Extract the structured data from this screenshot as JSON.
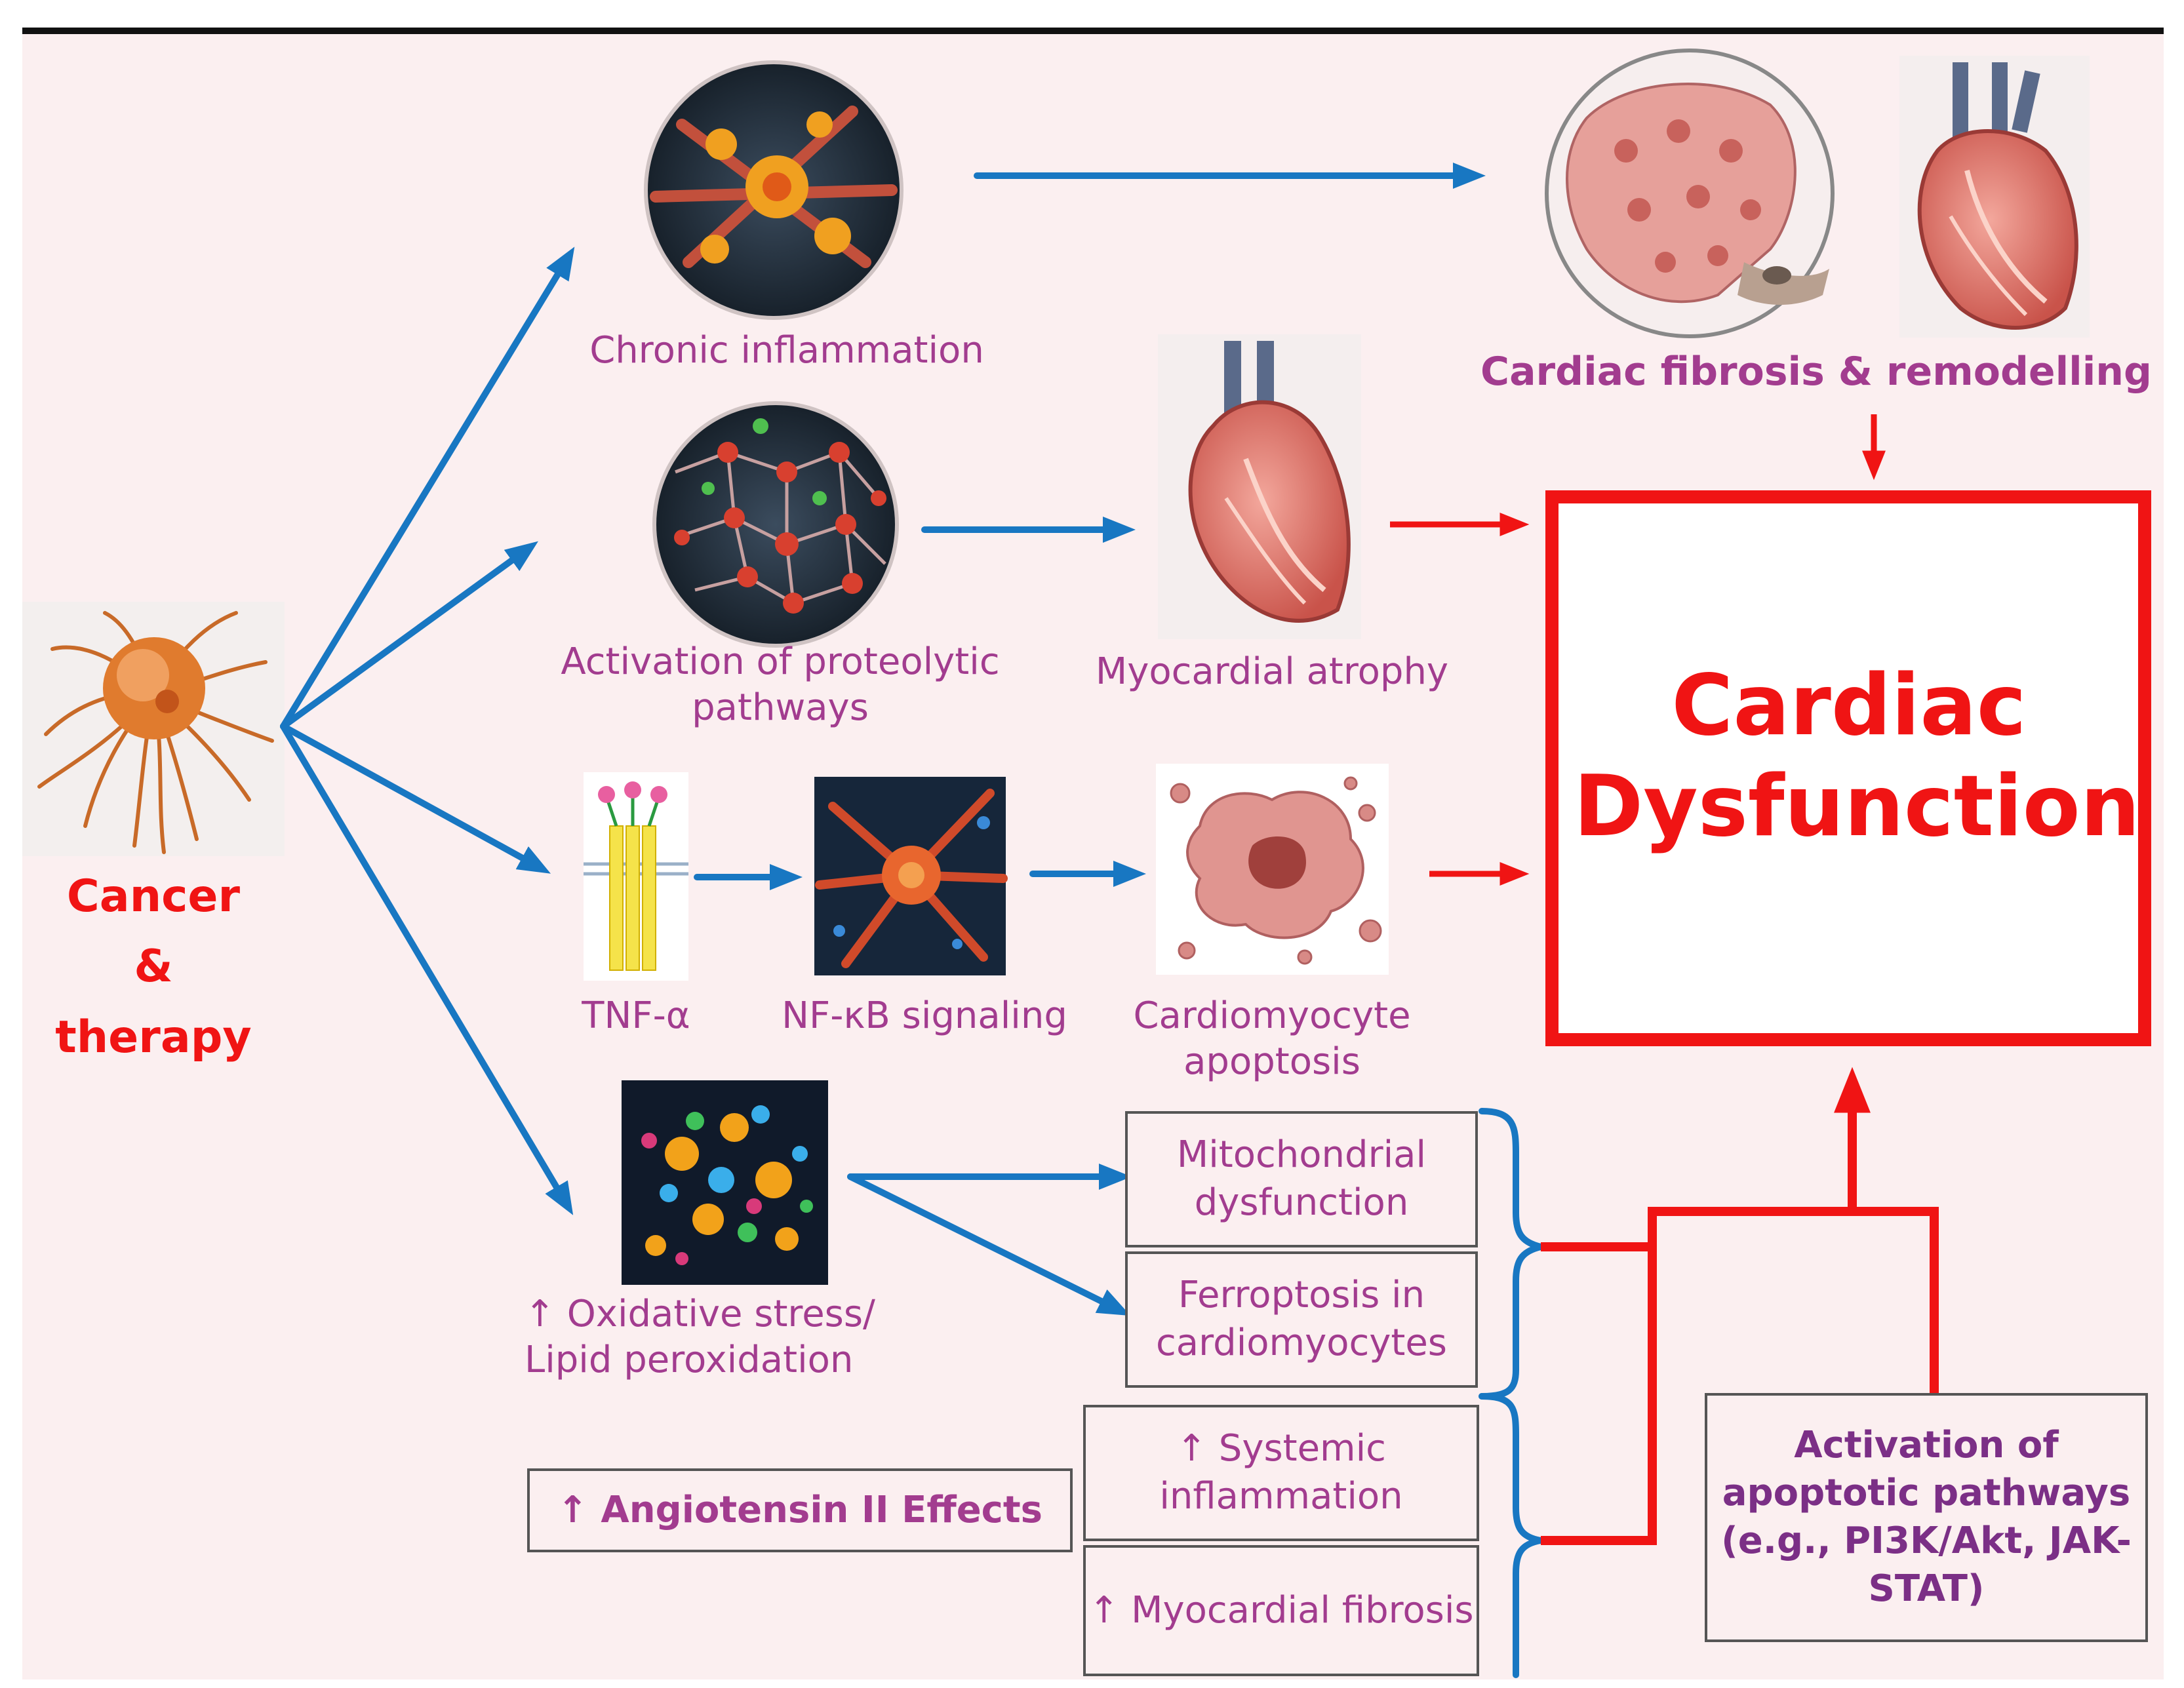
{
  "colors": {
    "background": "#fbeff0",
    "arrow_blue": "#1877c2",
    "arrow_red": "#f01414",
    "label_purple": "#a23c8f",
    "label_red": "#f01414",
    "box_text_dark_purple": "#7b2f86",
    "box_border": "#555555"
  },
  "labels": {
    "cancer": "Cancer",
    "ampersand": "&",
    "therapy": "therapy",
    "chronic_inflammation": "Chronic inflammation",
    "proteolytic": "Activation of proteolytic pathways",
    "tnf": "TNF-α",
    "nfkb": "NF-κB signaling",
    "oxidative": "↑ Oxidative stress/ Lipid peroxidation",
    "myocardial_atrophy": "Myocardial atrophy",
    "apoptosis": "Cardiomyocyte apoptosis",
    "fibrosis_remodelling": "Cardiac fibrosis & remodelling",
    "cardiac_dysfunction": "Cardiac Dysfunction"
  },
  "boxes": {
    "mitochondrial": "Mitochondrial dysfunction",
    "ferroptosis": "Ferroptosis in cardiomyocytes",
    "systemic": "↑ Systemic inflammation",
    "myocardial_fibrosis": "↑ Myocardial fibrosis",
    "angiotensin": "↑ Angiotensin II Effects",
    "apoptotic_pathways": "Activation of apoptotic pathways (e.g., PI3K/Akt, JAK-STAT)"
  },
  "icons": {
    "cancer_cell": "cancer-cell-icon",
    "inflammation": "inflammation-cells-icon",
    "network": "proteolytic-network-icon",
    "receptor": "tnf-receptor-icon",
    "signaling": "nfkb-signaling-icon",
    "oxidative": "oxidative-molecules-icon",
    "heart_atrophy": "heart-atrophy-icon",
    "apoptotic_cell": "apoptotic-cell-icon",
    "fibrosis_tissue": "fibrosis-tissue-icon",
    "heart_remodel": "heart-remodel-icon"
  }
}
